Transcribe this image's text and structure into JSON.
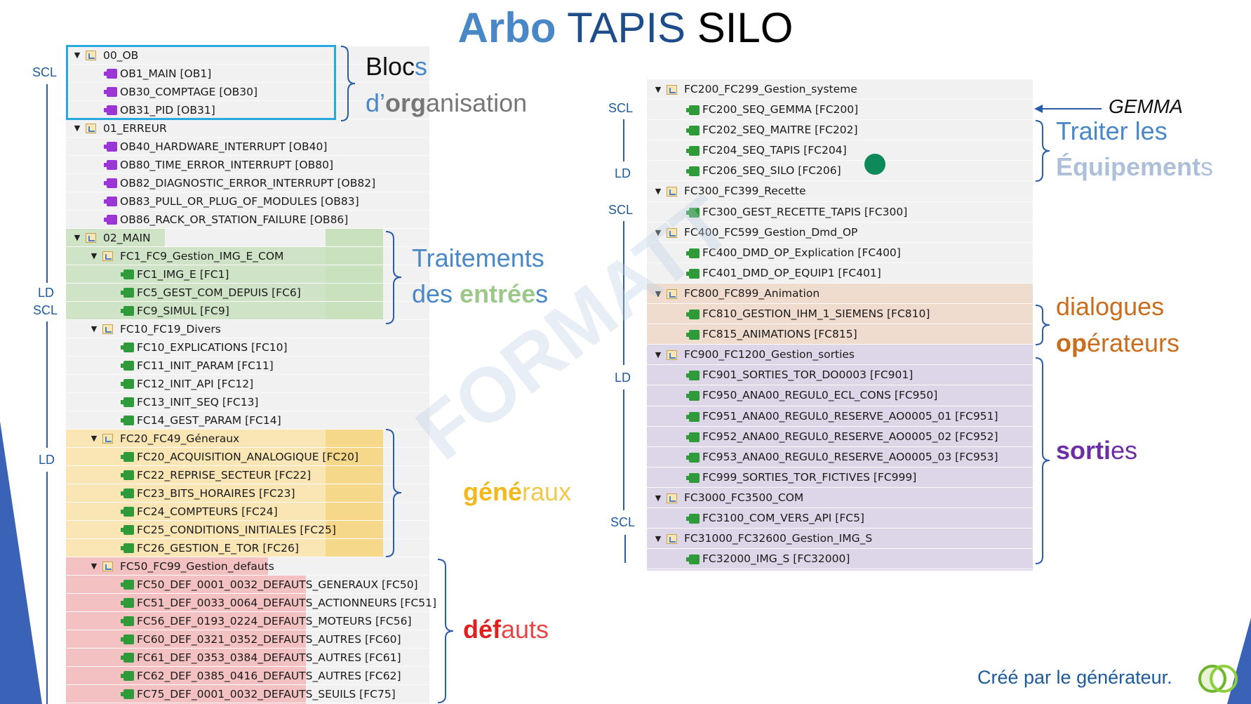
{
  "title": {
    "word1": "Arbo",
    "word2": "TAPIS",
    "word3": "SILO"
  },
  "left_tree": [
    {
      "level": 0,
      "type": "folder",
      "label": "00_OB"
    },
    {
      "level": 1,
      "type": "ob",
      "label": "OB1_MAIN [OB1]"
    },
    {
      "level": 1,
      "type": "ob",
      "label": "OB30_COMPTAGE [OB30]"
    },
    {
      "level": 1,
      "type": "ob",
      "label": "OB31_PID [OB31]"
    },
    {
      "level": 0,
      "type": "folder",
      "label": "01_ERREUR"
    },
    {
      "level": 1,
      "type": "ob",
      "label": "OB40_HARDWARE_INTERRUPT [OB40]"
    },
    {
      "level": 1,
      "type": "ob",
      "label": "OB80_TIME_ERROR_INTERRUPT [OB80]"
    },
    {
      "level": 1,
      "type": "ob",
      "label": "OB82_DIAGNOSTIC_ERROR_INTERRUPT [OB82]"
    },
    {
      "level": 1,
      "type": "ob",
      "label": "OB83_PULL_OR_PLUG_OF_MODULES [OB83]"
    },
    {
      "level": 1,
      "type": "ob",
      "label": "OB86_RACK_OR_STATION_FAILURE [OB86]"
    },
    {
      "level": 0,
      "type": "folder",
      "label": "02_MAIN"
    },
    {
      "level": 1,
      "type": "folder",
      "label": "FC1_FC9_Gestion_IMG_E_COM"
    },
    {
      "level": 2,
      "type": "fc",
      "label": "FC1_IMG_E [FC1]"
    },
    {
      "level": 2,
      "type": "fc",
      "label": "FC5_GEST_COM_DEPUIS [FC6]"
    },
    {
      "level": 2,
      "type": "fc",
      "label": "FC9_SIMUL [FC9]"
    },
    {
      "level": 1,
      "type": "folder",
      "label": "FC10_FC19_Divers"
    },
    {
      "level": 2,
      "type": "fc",
      "label": "FC10_EXPLICATIONS [FC10]"
    },
    {
      "level": 2,
      "type": "fc",
      "label": "FC11_INIT_PARAM [FC11]"
    },
    {
      "level": 2,
      "type": "fc",
      "label": "FC12_INIT_API [FC12]"
    },
    {
      "level": 2,
      "type": "fc",
      "label": "FC13_INIT_SEQ [FC13]"
    },
    {
      "level": 2,
      "type": "fc",
      "label": "FC14_GEST_PARAM [FC14]"
    },
    {
      "level": 1,
      "type": "folder",
      "label": "FC20_FC49_Géneraux"
    },
    {
      "level": 2,
      "type": "fc",
      "label": "FC20_ACQUISITION_ANALOGIQUE [FC20]"
    },
    {
      "level": 2,
      "type": "fc",
      "label": "FC22_REPRISE_SECTEUR [FC22]"
    },
    {
      "level": 2,
      "type": "fc",
      "label": "FC23_BITS_HORAIRES [FC23]"
    },
    {
      "level": 2,
      "type": "fc",
      "label": "FC24_COMPTEURS [FC24]"
    },
    {
      "level": 2,
      "type": "fc",
      "label": "FC25_CONDITIONS_INITIALES [FC25]"
    },
    {
      "level": 2,
      "type": "fc",
      "label": "FC26_GESTION_E_TOR [FC26]"
    },
    {
      "level": 1,
      "type": "folder",
      "label": "FC50_FC99_Gestion_defauts"
    },
    {
      "level": 2,
      "type": "fc",
      "label": "FC50_DEF_0001_0032_DEFAUTS_GENERAUX [FC50]"
    },
    {
      "level": 2,
      "type": "fc",
      "label": "FC51_DEF_0033_0064_DEFAUTS_ACTIONNEURS [FC51]"
    },
    {
      "level": 2,
      "type": "fc",
      "label": "FC56_DEF_0193_0224_DEFAUTS_MOTEURS [FC56]"
    },
    {
      "level": 2,
      "type": "fc",
      "label": "FC60_DEF_0321_0352_DEFAUTS_AUTRES [FC60]"
    },
    {
      "level": 2,
      "type": "fc",
      "label": "FC61_DEF_0353_0384_DEFAUTS_AUTRES [FC61]"
    },
    {
      "level": 2,
      "type": "fc",
      "label": "FC62_DEF_0385_0416_DEFAUTS_AUTRES [FC62]"
    },
    {
      "level": 2,
      "type": "fc",
      "label": "FC75_DEF_0001_0032_DEFAUTS_SEUILS [FC75]"
    }
  ],
  "right_tree": [
    {
      "level": 0,
      "type": "folder",
      "label": "FC200_FC299_Gestion_systeme"
    },
    {
      "level": 1,
      "type": "fc",
      "label": "FC200_SEQ_GEMMA [FC200]"
    },
    {
      "level": 1,
      "type": "fc",
      "label": "FC202_SEQ_MAITRE [FC202]"
    },
    {
      "level": 1,
      "type": "fc",
      "label": "FC204_SEQ_TAPIS [FC204]"
    },
    {
      "level": 1,
      "type": "fc",
      "label": "FC206_SEQ_SILO [FC206]"
    },
    {
      "level": 0,
      "type": "folder",
      "label": "FC300_FC399_Recette"
    },
    {
      "level": 1,
      "type": "fc",
      "label": "FC300_GEST_RECETTE_TAPIS [FC300]"
    },
    {
      "level": 0,
      "type": "folder",
      "label": "FC400_FC599_Gestion_Dmd_OP"
    },
    {
      "level": 1,
      "type": "fc",
      "label": "FC400_DMD_OP_Explication [FC400]"
    },
    {
      "level": 1,
      "type": "fc",
      "label": "FC401_DMD_OP_EQUIP1 [FC401]"
    },
    {
      "level": 0,
      "type": "folder",
      "label": "FC800_FC899_Animation"
    },
    {
      "level": 1,
      "type": "fc",
      "label": "FC810_GESTION_IHM_1_SIEMENS [FC810]"
    },
    {
      "level": 1,
      "type": "fc",
      "label": "FC815_ANIMATIONS [FC815]"
    },
    {
      "level": 0,
      "type": "folder",
      "label": "FC900_FC1200_Gestion_sorties"
    },
    {
      "level": 1,
      "type": "fc",
      "label": "FC901_SORTIES_TOR_DO0003 [FC901]"
    },
    {
      "level": 1,
      "type": "fc",
      "label": "FC950_ANA00_REGUL0_ECL_CONS [FC950]"
    },
    {
      "level": 1,
      "type": "fc",
      "label": "FC951_ANA00_REGUL0_RESERVE_AO0005_01 [FC951]"
    },
    {
      "level": 1,
      "type": "fc",
      "label": "FC952_ANA00_REGUL0_RESERVE_AO0005_02 [FC952]"
    },
    {
      "level": 1,
      "type": "fc",
      "label": "FC953_ANA00_REGUL0_RESERVE_AO0005_03 [FC953]"
    },
    {
      "level": 1,
      "type": "fc",
      "label": "FC999_SORTIES_TOR_FICTIVES [FC999]"
    },
    {
      "level": 0,
      "type": "folder",
      "label": "FC3000_FC3500_COM"
    },
    {
      "level": 1,
      "type": "fc",
      "label": "FC3100_COM_VERS_API [FC5]"
    },
    {
      "level": 0,
      "type": "folder",
      "label": "FC31000_FC32600_Gestion_IMG_S"
    },
    {
      "level": 1,
      "type": "fc",
      "label": "FC32000_IMG_S [FC32000]"
    }
  ],
  "side_labels": {
    "left_scl_top": "SCL",
    "left_ld": "LD",
    "left_scl_mid": "SCL",
    "left_ld_bottom": "LD",
    "right_scl_1": "SCL",
    "right_ld_1": "LD",
    "right_scl_2": "SCL",
    "right_ld_2": "LD",
    "right_scl_3": "SCL"
  },
  "annotations": {
    "blocs_1": "Bloc",
    "blocs_2": "s",
    "orga_1": "d’",
    "orga_2": "org",
    "orga_3": "anisation",
    "traitements_1": "Traitements",
    "traitements_2": "des ",
    "traitements_3": "entrée",
    "traitements_4": "s",
    "generaux_1": "géné",
    "generaux_2": "raux",
    "defauts_1": "déf",
    "defauts_2": "auts",
    "gemma": "GEMMA",
    "traiter_1": "Traiter les",
    "traiter_2": "Équipement",
    "traiter_3": "s",
    "dialogues_1": "dialogues",
    "dialogues_2": "op",
    "dialogues_3": "érateurs",
    "sorties_1": "sorti",
    "sorties_2": "es"
  },
  "watermark": "FORMATT",
  "footer": "Créé par le générateur.",
  "colors": {
    "ob_icon": "#9b36d4",
    "fc_icon": "#2f9a3a",
    "green_hl": "#cfe3c6",
    "yellow_hl": "#f9e6b4",
    "red_hl": "#f3c1c1",
    "beige_hl": "#efdccf",
    "lavender_hl": "#ddd6e8",
    "blue_box": "#29a7df",
    "brace": "#2a5ca8"
  }
}
